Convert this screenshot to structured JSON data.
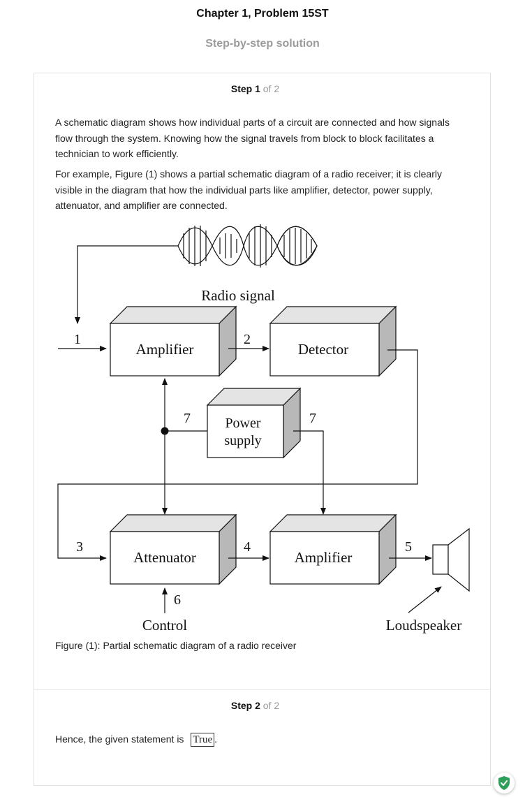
{
  "header": {
    "title": "Chapter 1, Problem 15ST",
    "subtitle": "Step-by-step solution"
  },
  "step1": {
    "label": "Step 1",
    "of": "of 2",
    "paragraph1": "A schematic diagram shows how individual parts of a circuit are connected and how signals flow through the system. Knowing how the signal travels from block to block facilitates a technician to work efficiently.",
    "paragraph2": "For example, Figure (1) shows a partial schematic diagram of a radio receiver; it is clearly visible in the diagram that how the individual parts like amplifier, detector, power supply, attenuator, and amplifier are connected.",
    "caption": "Figure (1): Partial schematic diagram of a radio receiver"
  },
  "diagram": {
    "radio_signal": "Radio signal",
    "amplifier1": "Amplifier",
    "detector": "Detector",
    "power_line1": "Power",
    "power_line2": "supply",
    "attenuator": "Attenuator",
    "amplifier2": "Amplifier",
    "control": "Control",
    "loudspeaker": "Loudspeaker",
    "n1": "1",
    "n2": "2",
    "n3": "3",
    "n4": "4",
    "n5": "5",
    "n6": "6",
    "n7a": "7",
    "n7b": "7"
  },
  "step2": {
    "label": "Step 2",
    "of": "of 2",
    "text": "Hence, the given statement is",
    "answer": "True",
    "trailing": "."
  },
  "colors": {
    "muted": "#9b9b9b",
    "shield": "#2e9e5a"
  },
  "icons": {
    "badge": "shield-check-icon"
  }
}
